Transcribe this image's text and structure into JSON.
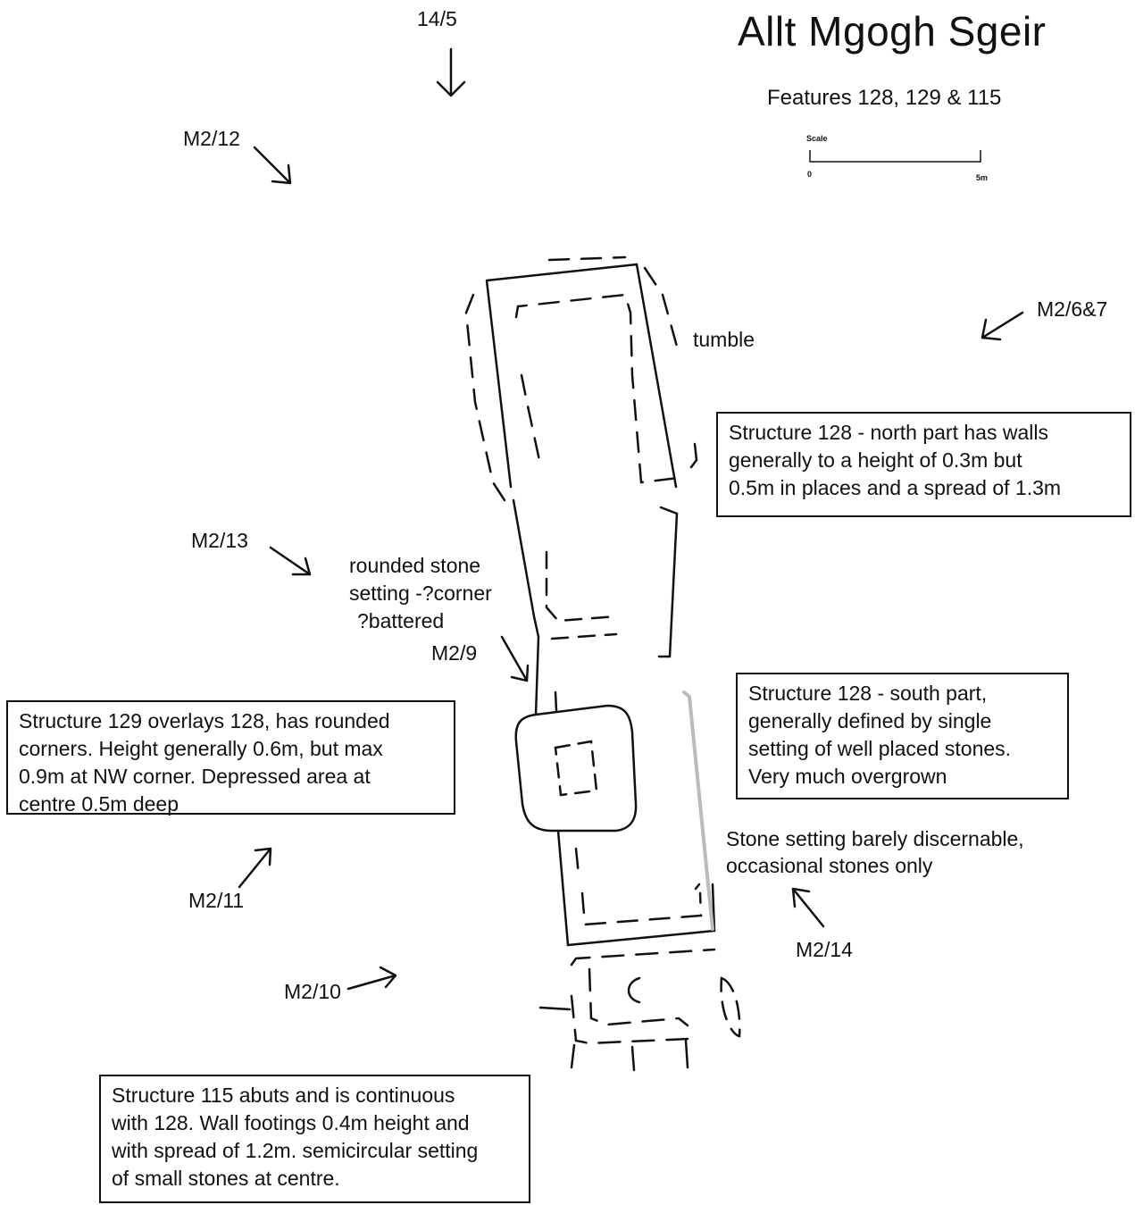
{
  "title": "Allt Mgogh Sgeir",
  "subtitle": "Features 128, 129 & 115",
  "scale": {
    "label": "Scale",
    "start": "0",
    "end": "5m"
  },
  "photo_points": {
    "p14_5": "14/5",
    "m2_12": "M2/12",
    "m2_6_7": "M2/6&7",
    "m2_13": "M2/13",
    "m2_9": "M2/9",
    "m2_11": "M2/11",
    "m2_14": "M2/14",
    "m2_10": "M2/10"
  },
  "labels": {
    "tumble": "tumble",
    "rounded_stone_1": "rounded stone",
    "rounded_stone_2": "setting -?corner",
    "rounded_stone_3": "?battered",
    "stone_setting_1": "Stone setting barely discernable,",
    "stone_setting_2": "occasional stones only"
  },
  "notes": {
    "s128_north": [
      "Structure 128 - north part has walls",
      "generally  to a height of 0.3m but",
      "0.5m in places and a spread of 1.3m"
    ],
    "s128_south": [
      "Structure 128 - south part,",
      "generally defined by single",
      "setting of well placed stones.",
      "Very much overgrown"
    ],
    "s129": [
      "Structure 129 overlays 128, has rounded",
      "corners. Height generally 0.6m, but max",
      "0.9m at NW corner. Depressed area at",
      "centre 0.5m deep"
    ],
    "s115": [
      "Structure 115 abuts and is continuous",
      "with 128. Wall footings 0.4m height and",
      "with spread of 1.2m. semicircular setting",
      "of small stones at centre."
    ]
  }
}
